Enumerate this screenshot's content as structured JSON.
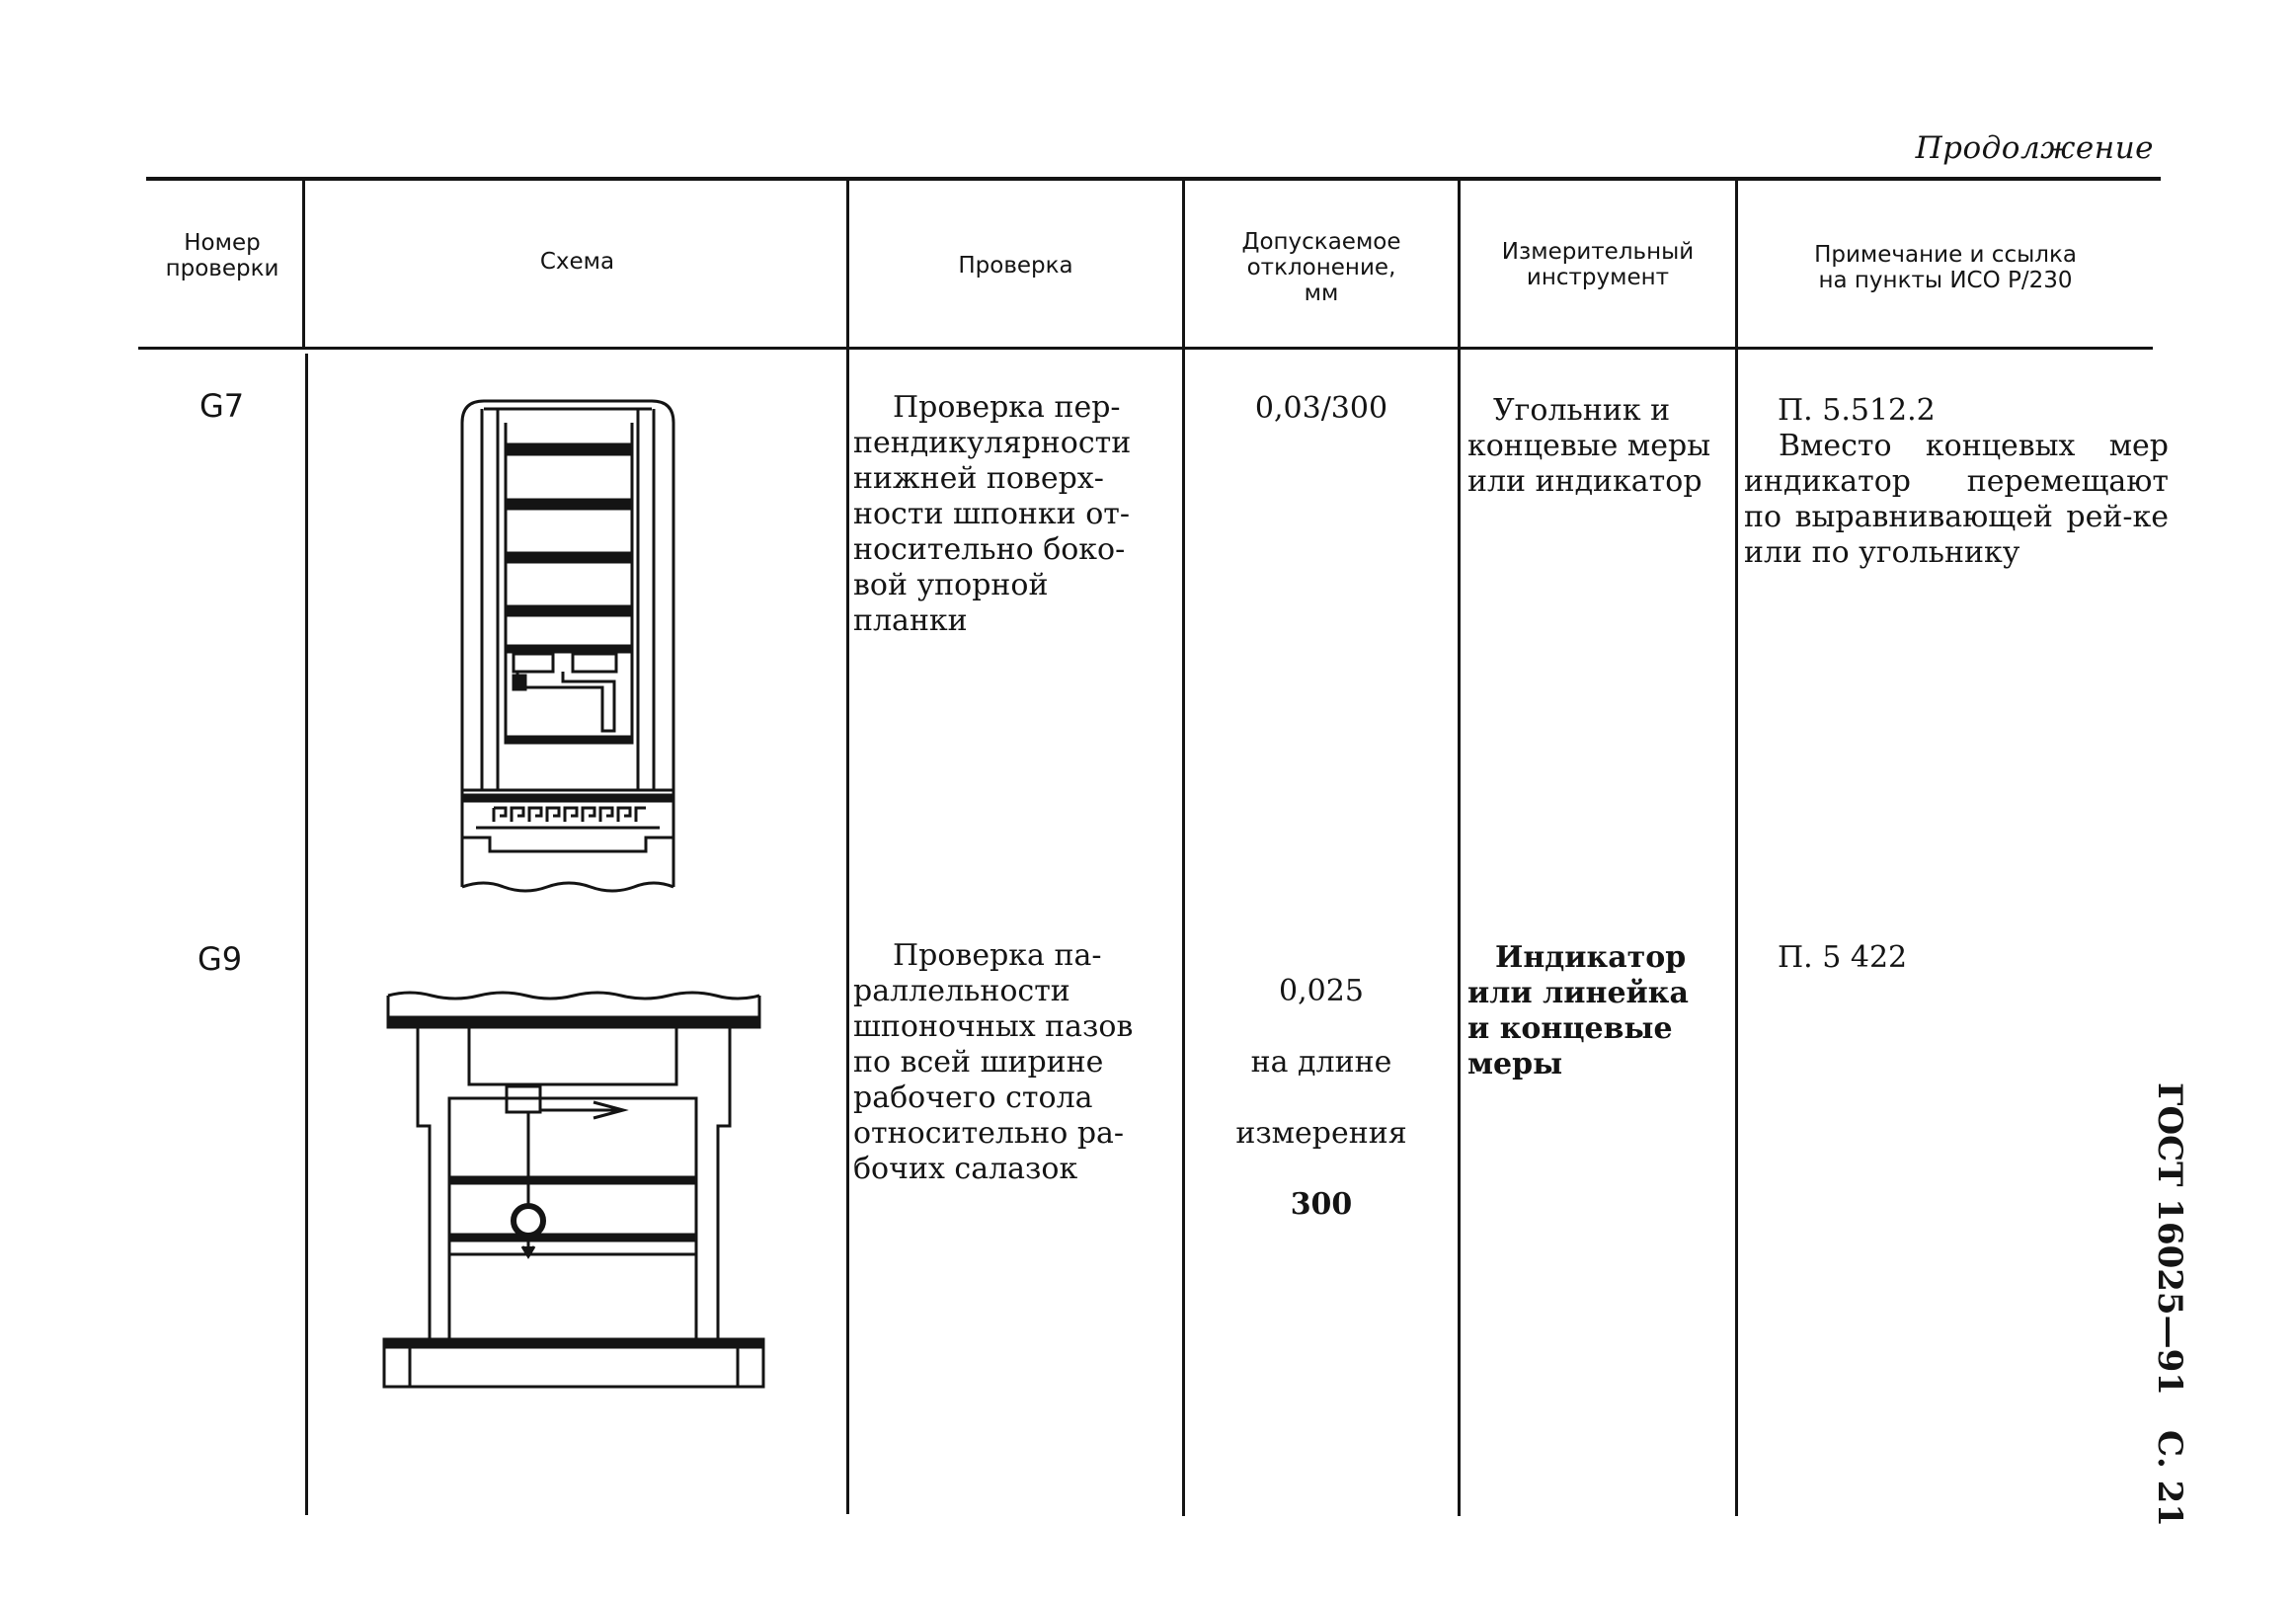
{
  "continuation": "Продолжение",
  "columns": {
    "number": [
      "Номер",
      "проверки"
    ],
    "scheme": "Схема",
    "check": "Проверка",
    "tolerance": [
      "Допускаемое",
      "отклонение,",
      "мм"
    ],
    "instrument": [
      "Измерительный",
      "инструмент"
    ],
    "note": [
      "Примечание и ссылка",
      "на пункты ИСО Р/230"
    ]
  },
  "rows": [
    {
      "id": "G7",
      "check": "Проверка пер-\nпендикулярности\nнижней поверх-\nности шпонки от-\nносительно боко-\nвой упорной\nпланки",
      "tolerance": "0,03/300",
      "instrument": "Угольник и\nконцевые меры\nили индикатор",
      "note_ref": "П. 5.512.2",
      "note_text": "Вместо концевых мер индикатор перемещают по выравнивающей рей-ке или по угольнику"
    },
    {
      "id": "G9",
      "check": "Проверка па-\nраллельности\nшпоночных пазов\nпо всей ширине\nрабочего стола\nотносительно ра-\nбочих салазок",
      "tolerance": [
        "0,025",
        "на длине",
        "измерения",
        "300"
      ],
      "instrument": "Индикатор\nили линейка\nи концевые\nмеры",
      "note_ref": "П. 5 422"
    }
  ],
  "side_label": {
    "standard": "ГОСТ 16025—91",
    "page": "С. 21"
  }
}
